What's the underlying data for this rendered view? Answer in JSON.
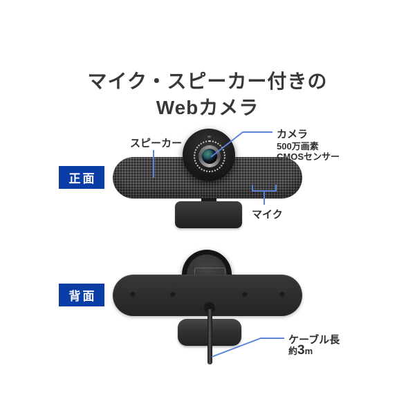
{
  "title": {
    "line1": "マイク・スピーカー付きの",
    "line2": "Webカメラ"
  },
  "colors": {
    "badge_blue": "#0a3da6",
    "annotation_blue": "#5b86db",
    "text_dark": "#383838"
  },
  "front_section": {
    "badge": "正面",
    "labels": {
      "speaker": "スピーカー",
      "camera": "カメラ",
      "camera_spec1": "500万画素",
      "camera_spec2": "CMOSセンサー",
      "mic": "マイク"
    }
  },
  "back_section": {
    "badge": "背面",
    "cable": {
      "label": "ケーブル長",
      "approx": "約",
      "value": "3",
      "unit": "m"
    }
  }
}
